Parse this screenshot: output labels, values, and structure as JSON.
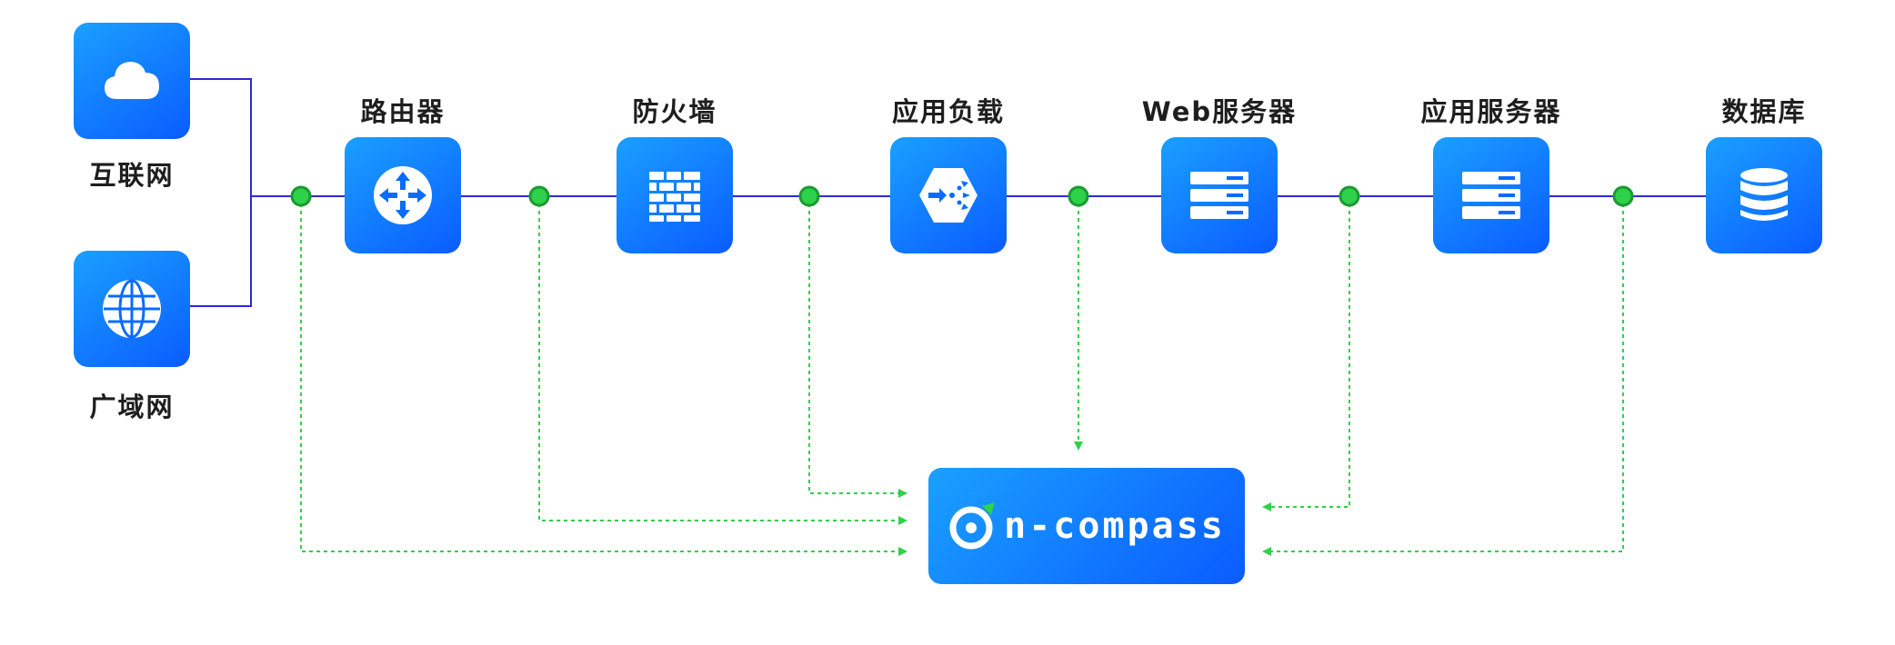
{
  "nodes": {
    "internet": {
      "label": "互联网",
      "icon": "cloud-icon"
    },
    "wan": {
      "label": "广域网",
      "icon": "globe-icon"
    },
    "router": {
      "label": "路由器",
      "icon": "router-icon"
    },
    "firewall": {
      "label": "防火墙",
      "icon": "firewall-icon"
    },
    "load_balancer": {
      "label": "应用负载",
      "icon": "load-balancer-icon"
    },
    "web_server": {
      "label": "Web服务器",
      "icon": "server-icon"
    },
    "app_server": {
      "label": "应用服务器",
      "icon": "server-icon"
    },
    "database": {
      "label": "数据库",
      "icon": "database-icon"
    }
  },
  "brand": {
    "name": "n-compass",
    "logo": "compass-o-icon"
  },
  "colors": {
    "tile_gradient_start": "#1aa0ff",
    "tile_gradient_end": "#0a5cff",
    "main_line": "#2a2ad4",
    "tap_point": "#2ed14a",
    "tap_line": "#2ed14a"
  }
}
